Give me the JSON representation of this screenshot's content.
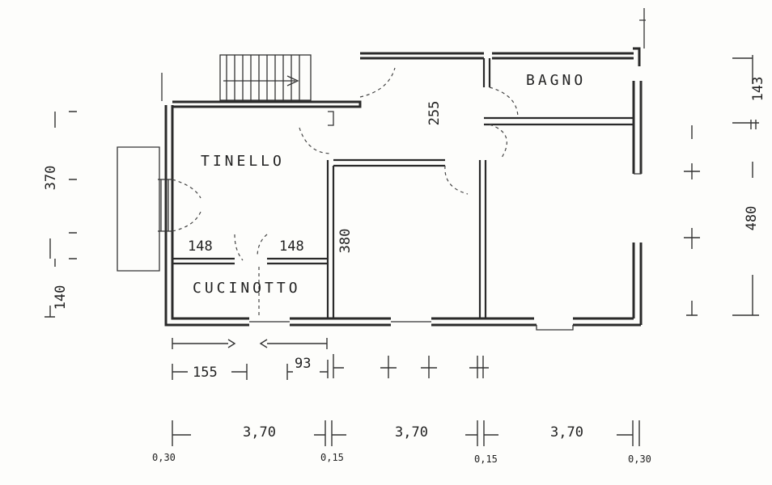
{
  "rooms": {
    "tinello": "TINELLO",
    "bagno": "BAGNO",
    "cucinotto": "CUCINOTTO"
  },
  "dimensions": {
    "corridor": "255",
    "room_height": "380",
    "bath_height": "143",
    "total_height": "480",
    "left_height_top": "370",
    "left_height_bottom": "140",
    "kitchen_wall_left": "148",
    "kitchen_wall_right": "148",
    "bottom_left": "155",
    "bottom_mid": "93"
  },
  "bottom_scale": {
    "spans": [
      "3,70",
      "3,70",
      "3,70"
    ],
    "walls": [
      "0,30",
      "0,15",
      "0,15",
      "0,30"
    ]
  }
}
